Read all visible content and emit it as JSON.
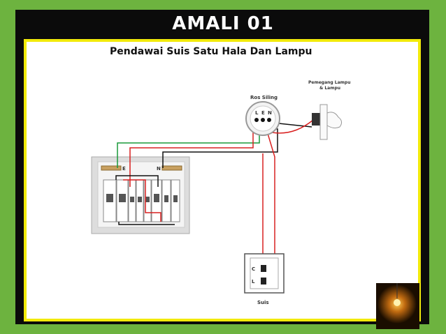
{
  "title": "AMALI 01",
  "subtitle": "Pendawai Suis Satu Hala Dan Lampu",
  "diagram": {
    "ceiling_rose_label": "Ros Siling",
    "terminals": [
      "L",
      "E",
      "N"
    ],
    "lampholder_label_line1": "Pemegang Lampu",
    "lampholder_label_line2": "& Lampu",
    "earth_bar_label": "E",
    "neutral_bar_label": "N",
    "switch_terminal_c": "C",
    "switch_terminal_l": "L",
    "switch_label": "Suis"
  },
  "colors": {
    "background_green": "#6db33f",
    "frame_black": "#0b0b0b",
    "border_yellow": "#f2ea0a",
    "wire_red": "#d92020",
    "wire_black": "#111111",
    "wire_green": "#1a9a3a"
  }
}
